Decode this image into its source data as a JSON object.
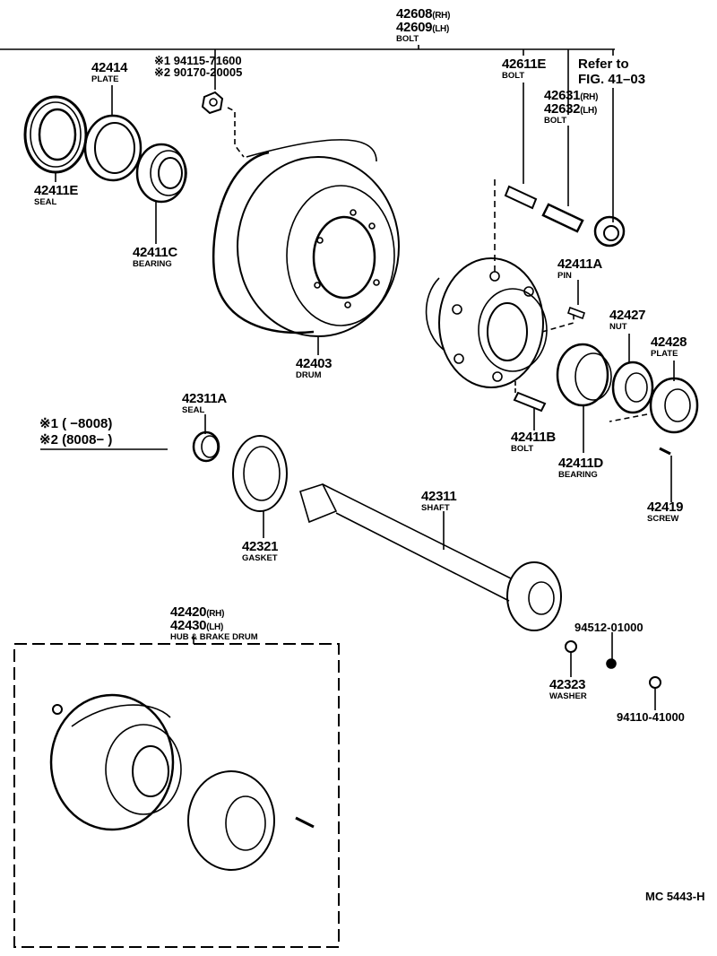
{
  "figure_code": "MC 5443-H",
  "parts": {
    "bolt_42608": {
      "pn1": "42608",
      "side1": "(RH)",
      "pn2": "42609",
      "side2": "(LH)",
      "name": "BOLT"
    },
    "nut_alt": {
      "line1": "※1 94115-71600",
      "line2": "※2 90170-20005"
    },
    "plate_42414": {
      "pn": "42414",
      "name": "PLATE"
    },
    "seal_42411E": {
      "pn": "42411E",
      "name": "SEAL"
    },
    "bearing_42411C": {
      "pn": "42411C",
      "name": "BEARING"
    },
    "drum_42403": {
      "pn": "42403",
      "name": "DRUM"
    },
    "bolt_42611E": {
      "pn": "42611E",
      "name": "BOLT"
    },
    "refer": {
      "line1": "Refer to",
      "line2": "FIG. 41–03"
    },
    "bolt_42631": {
      "pn1": "42631",
      "side1": "(RH)",
      "pn2": "42632",
      "side2": "(LH)",
      "name": "BOLT"
    },
    "pin_42411A": {
      "pn": "42411A",
      "name": "PIN"
    },
    "nut_42427": {
      "pn": "42427",
      "name": "NUT"
    },
    "plate_42428": {
      "pn": "42428",
      "name": "PLATE"
    },
    "bolt_42411B": {
      "pn": "42411B",
      "name": "BOLT"
    },
    "bearing_42411D": {
      "pn": "42411D",
      "name": "BEARING"
    },
    "screw_42419": {
      "pn": "42419",
      "name": "SCREW"
    },
    "seal_42311A": {
      "pn": "42311A",
      "name": "SEAL"
    },
    "gasket_42321": {
      "pn": "42321",
      "name": "GASKET"
    },
    "shaft_42311": {
      "pn": "42311",
      "name": "SHAFT"
    },
    "nut_94512": {
      "pn": "94512-01000"
    },
    "washer_42323": {
      "pn": "42323",
      "name": "WASHER"
    },
    "nut_94110": {
      "pn": "94110-41000"
    },
    "hub_drum_42420": {
      "pn1": "42420",
      "side1": "(RH)",
      "pn2": "42430",
      "side2": "(LH)",
      "name": "HUB & BRAKE DRUM"
    }
  },
  "legend": {
    "row1": {
      "mark": "※1",
      "range": "(        −8008)"
    },
    "row2": {
      "mark": "※2",
      "range": "(8008−         )"
    }
  }
}
